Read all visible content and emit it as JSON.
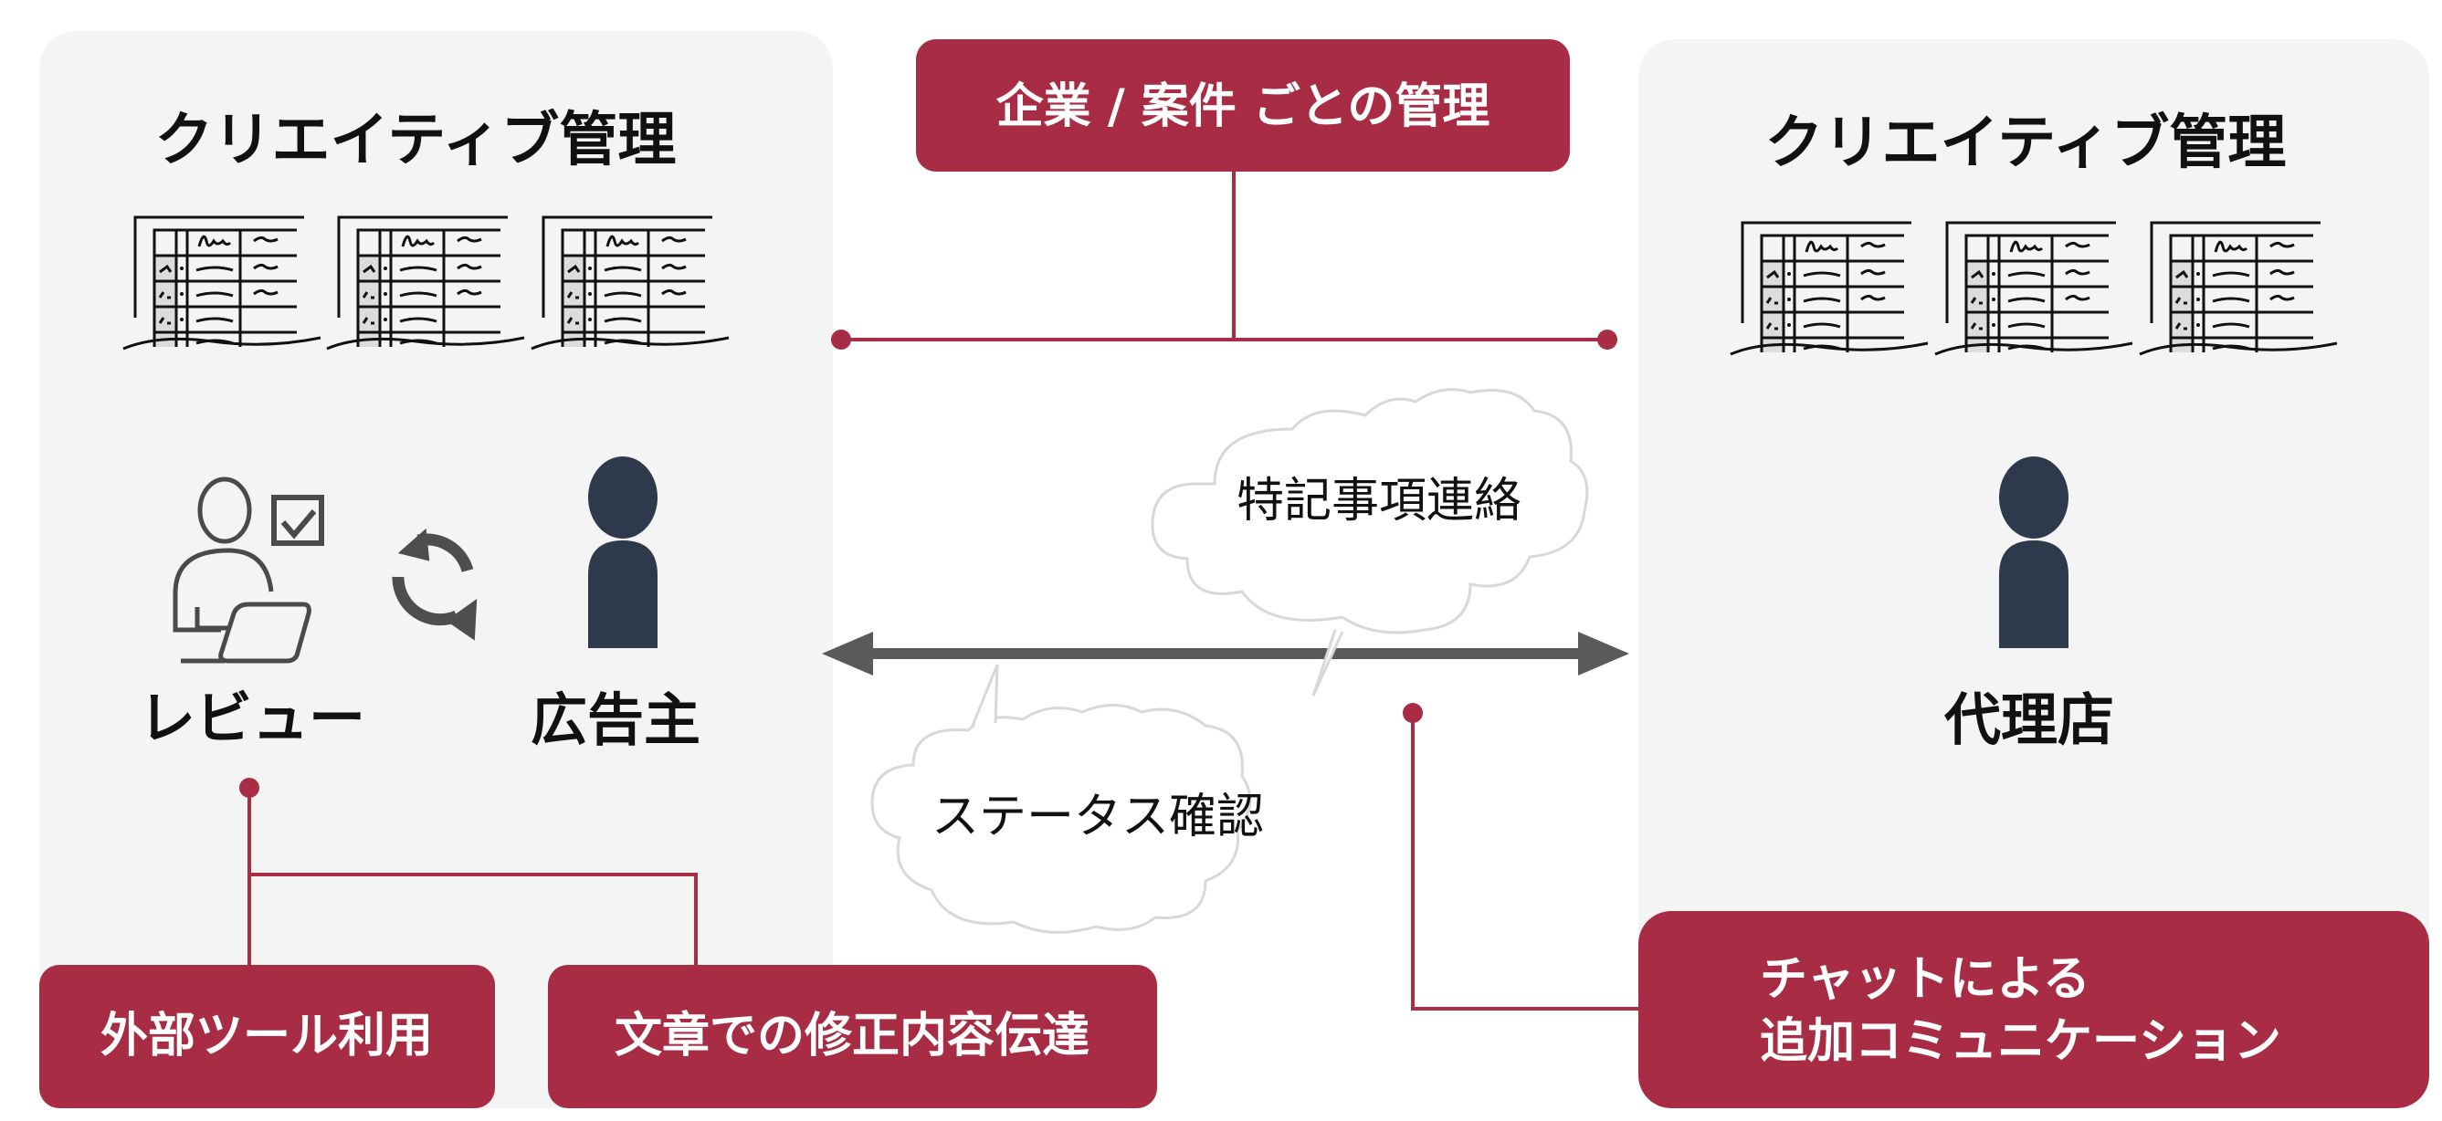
{
  "colors": {
    "accent": "#a82c44",
    "panel": "#f4f4f4",
    "person": "#2e3a4b",
    "arrow": "#5a5a5a",
    "cloud": "#d8d8d8"
  },
  "top_box": {
    "label": "企業 / 案件 ごとの管理"
  },
  "left_panel": {
    "title": "クリエイティブ管理",
    "reviewer_label": "レビュー",
    "advertiser_label": "広告主"
  },
  "right_panel": {
    "title": "クリエイティブ管理",
    "agency_label": "代理店"
  },
  "clouds": {
    "special_notes": "特記事項連絡",
    "status_check": "ステータス確認"
  },
  "bottom_boxes": {
    "external_tools": "外部ツール利用",
    "text_corrections": "文章での修正内容伝達",
    "chat_line1": "チャットによる",
    "chat_line2": "追加コミュニケーション"
  },
  "icons": [
    "spreadsheet-icon",
    "reviewer-laptop-icon",
    "refresh-icon",
    "person-icon"
  ]
}
